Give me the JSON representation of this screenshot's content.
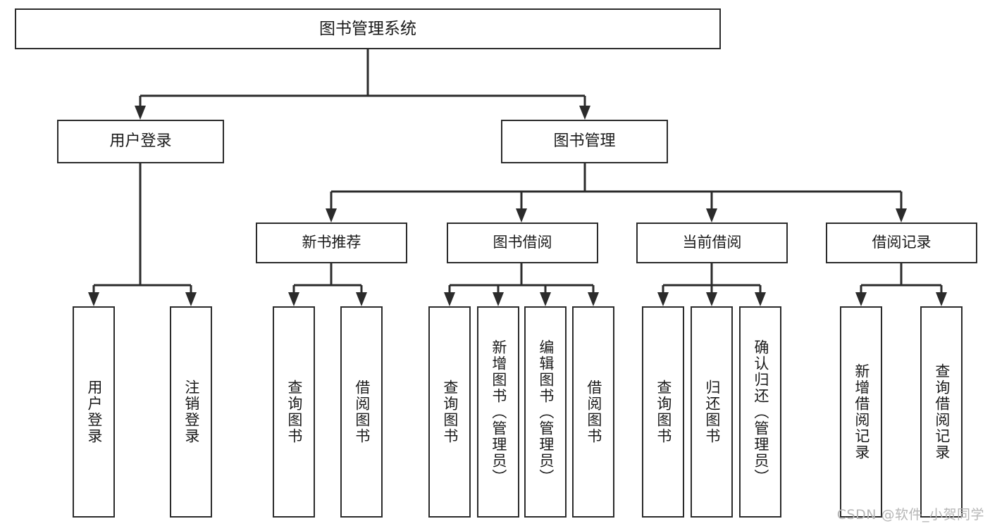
{
  "diagram": {
    "title": "图书管理系统",
    "type": "hierarchy-tree",
    "watermark": "CSDN @软件_小贺同学",
    "colors": {
      "stroke": "#2b2b2b",
      "box_fill": "#ffffff",
      "text": "#1a1a1a",
      "watermark": "#b6b6b6",
      "background": "#ffffff"
    },
    "root": {
      "label": "图书管理系统"
    },
    "level2": [
      {
        "label": "用户登录"
      },
      {
        "label": "图书管理"
      }
    ],
    "level3": [
      {
        "label": "新书推荐"
      },
      {
        "label": "图书借阅"
      },
      {
        "label": "当前借阅"
      },
      {
        "label": "借阅记录"
      }
    ],
    "leaves": {
      "user_login": [
        {
          "label": "用户登录"
        },
        {
          "label": "注销登录"
        }
      ],
      "new_book_recommend": [
        {
          "label": "查询图书"
        },
        {
          "label": "借阅图书"
        }
      ],
      "book_borrow": [
        {
          "label": "查询图书"
        },
        {
          "label": "新增图书（管理员）"
        },
        {
          "label": "编辑图书（管理员）"
        },
        {
          "label": "借阅图书"
        }
      ],
      "current_borrow": [
        {
          "label": "查询图书"
        },
        {
          "label": "归还图书"
        },
        {
          "label": "确认归还（管理员）"
        }
      ],
      "borrow_record": [
        {
          "label": "新增借阅记录"
        },
        {
          "label": "查询借阅记录"
        }
      ]
    }
  }
}
